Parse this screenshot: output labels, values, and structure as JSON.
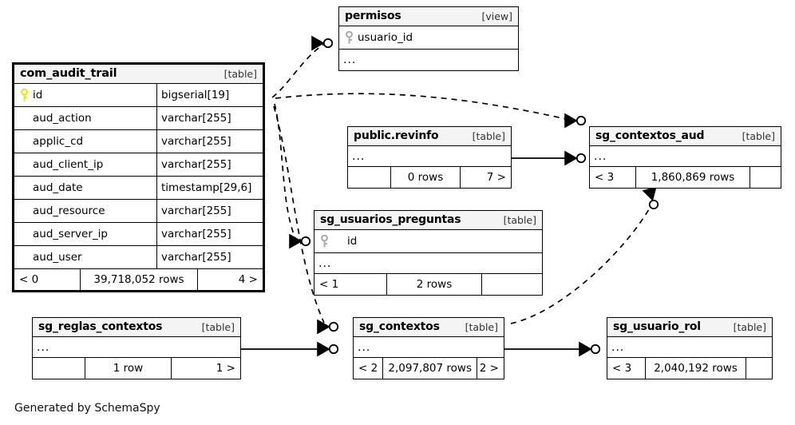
{
  "diagram": {
    "caption": "Generated by SchemaSpy",
    "background": "#ffffff",
    "line_color": "#000000",
    "header_fill": "#f4f4f4",
    "pk_icon_primary_color": "#e8e800",
    "pk_icon_secondary_color": "#a8a8a8"
  },
  "labels": {
    "kind_table": "[table]",
    "kind_view": "[view]",
    "ellipsis": "..."
  },
  "tables": [
    {
      "id": "com_audit_trail",
      "name": "com_audit_trail",
      "kind": "[table]",
      "focused": true,
      "columns": [
        {
          "name": "id",
          "type": "bigserial[19]",
          "key": "primary",
          "key_icon": "yellow-key-icon"
        },
        {
          "name": "aud_action",
          "type": "varchar[255]",
          "key": "none"
        },
        {
          "name": "applic_cd",
          "type": "varchar[255]",
          "key": "none"
        },
        {
          "name": "aud_client_ip",
          "type": "varchar[255]",
          "key": "none"
        },
        {
          "name": "aud_date",
          "type": "timestamp[29,6]",
          "key": "none"
        },
        {
          "name": "aud_resource",
          "type": "varchar[255]",
          "key": "none"
        },
        {
          "name": "aud_server_ip",
          "type": "varchar[255]",
          "key": "none"
        },
        {
          "name": "aud_user",
          "type": "varchar[255]",
          "key": "none"
        }
      ],
      "has_ellipsis": false,
      "footer": {
        "left": "< 0",
        "middle": "39,718,052 rows",
        "right": "4 >"
      }
    },
    {
      "id": "permisos",
      "name": "permisos",
      "kind": "[view]",
      "focused": false,
      "columns": [
        {
          "name": "usuario_id",
          "type": "",
          "key": "primary",
          "key_icon": "gray-key-icon"
        }
      ],
      "has_ellipsis": true,
      "footer": null
    },
    {
      "id": "public_revinfo",
      "name": "public.revinfo",
      "kind": "[table]",
      "focused": false,
      "columns": [],
      "has_ellipsis": true,
      "footer": {
        "left": "",
        "middle": "0 rows",
        "right": "7 >"
      }
    },
    {
      "id": "sg_contextos_aud",
      "name": "sg_contextos_aud",
      "kind": "[table]",
      "focused": false,
      "columns": [],
      "has_ellipsis": true,
      "footer": {
        "left": "< 3",
        "middle": "1,860,869 rows",
        "right": ""
      }
    },
    {
      "id": "sg_usuarios_preguntas",
      "name": "sg_usuarios_preguntas",
      "kind": "[table]",
      "focused": false,
      "columns": [
        {
          "name": "id",
          "type": "",
          "key": "primary",
          "key_icon": "gray-key-icon"
        }
      ],
      "has_ellipsis": true,
      "footer": {
        "left": "< 1",
        "middle": "2 rows",
        "right": ""
      }
    },
    {
      "id": "sg_reglas_contextos",
      "name": "sg_reglas_contextos",
      "kind": "[table]",
      "focused": false,
      "columns": [],
      "has_ellipsis": true,
      "footer": {
        "left": "",
        "middle": "1 row",
        "right": "1 >"
      }
    },
    {
      "id": "sg_contextos",
      "name": "sg_contextos",
      "kind": "[table]",
      "focused": false,
      "columns": [],
      "has_ellipsis": true,
      "footer": {
        "left": "< 2",
        "middle": "2,097,807 rows",
        "right": "2 >"
      }
    },
    {
      "id": "sg_usuario_rol",
      "name": "sg_usuario_rol",
      "kind": "[table]",
      "focused": false,
      "columns": [],
      "has_ellipsis": true,
      "footer": {
        "left": "< 3",
        "middle": "2,040,192 rows",
        "right": ""
      }
    }
  ],
  "relationships": [
    {
      "from": "com_audit_trail",
      "to": "permisos",
      "style": "dashed",
      "end_marker": "circle-crowsfoot"
    },
    {
      "from": "com_audit_trail",
      "to": "sg_contextos_aud",
      "style": "dashed",
      "end_marker": "circle-crowsfoot"
    },
    {
      "from": "com_audit_trail",
      "to": "sg_usuarios_preguntas",
      "style": "dashed",
      "end_marker": "circle-crowsfoot"
    },
    {
      "from": "com_audit_trail",
      "to": "sg_contextos",
      "style": "dashed",
      "end_marker": "circle-crowsfoot"
    },
    {
      "from": "public_revinfo",
      "to": "sg_contextos_aud",
      "style": "solid",
      "end_marker": "circle-crowsfoot"
    },
    {
      "from": "sg_contextos",
      "to": "sg_contextos_aud",
      "style": "dashed",
      "end_marker": "circle-crowsfoot"
    },
    {
      "from": "sg_reglas_contextos",
      "to": "sg_contextos",
      "style": "solid",
      "end_marker": "circle-crowsfoot"
    },
    {
      "from": "sg_contextos",
      "to": "sg_usuario_rol",
      "style": "solid",
      "end_marker": "circle-crowsfoot"
    }
  ]
}
